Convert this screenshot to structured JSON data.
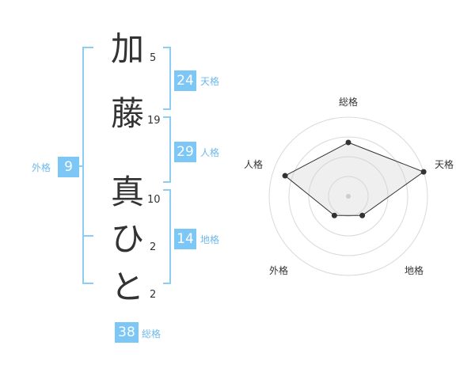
{
  "name": {
    "chars": [
      {
        "char": "加",
        "strokes": "5"
      },
      {
        "char": "藤",
        "strokes": "19"
      },
      {
        "char": "真",
        "strokes": "10"
      },
      {
        "char": "ひ",
        "strokes": "2"
      },
      {
        "char": "と",
        "strokes": "2"
      }
    ]
  },
  "kakusu": {
    "tenkaku": {
      "value": "24",
      "label": "天格"
    },
    "jinkaku": {
      "value": "29",
      "label": "人格"
    },
    "chikaku": {
      "value": "14",
      "label": "地格"
    },
    "gaikaku": {
      "value": "9",
      "label": "外格"
    },
    "soukaku": {
      "value": "38",
      "label": "総格"
    }
  },
  "colors": {
    "accent": "#7cc7f5",
    "label": "#6fb9ea",
    "text": "#333333"
  },
  "chart_data": {
    "type": "radar",
    "axes": [
      "総格",
      "天格",
      "地格",
      "外格",
      "人格"
    ],
    "values": [
      0.68,
      1.0,
      0.3,
      0.3,
      0.84
    ],
    "rings": 4,
    "max": 1
  }
}
